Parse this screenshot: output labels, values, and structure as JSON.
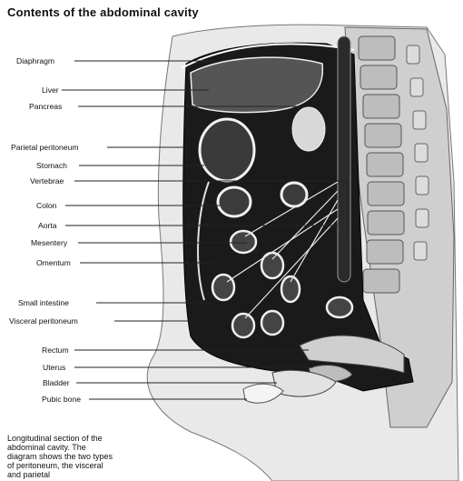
{
  "title": "Contents of the abdominal cavity",
  "labels": [
    "Diaphragm",
    "Liver",
    "Pancreas",
    "Parietal peritoneum",
    "Stomach",
    "Vertebrae",
    "Colon",
    "Aorta",
    "Mesentery",
    "Omentum",
    "Small intestine",
    "Visceral peritoneum",
    "Rectum",
    "Uterus",
    "Bladder",
    "Pubic bone"
  ],
  "caption": [
    "Longitudinal section of the",
    "abdominal cavity. The",
    "diagram shows the two types",
    "of peritoneum, the visceral",
    "and parietal"
  ]
}
